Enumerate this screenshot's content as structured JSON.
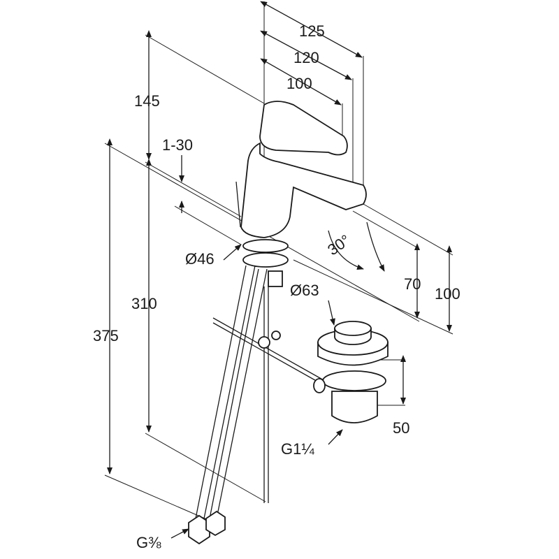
{
  "drawing": {
    "dimensions": {
      "spout_reach_125": "125",
      "spout_reach_120": "120",
      "spout_reach_100": "100",
      "height_above_spout": "145",
      "deck_thickness": "1-30",
      "spout_height_310": "310",
      "total_height_375": "375",
      "base_diameter": "Ø46",
      "lever_angle": "30°",
      "outlet_height_70": "70",
      "outlet_height_100": "100",
      "drain_diameter": "Ø63",
      "drain_height": "50",
      "drain_thread": "G1¼",
      "supply_thread": "G⅜"
    }
  }
}
